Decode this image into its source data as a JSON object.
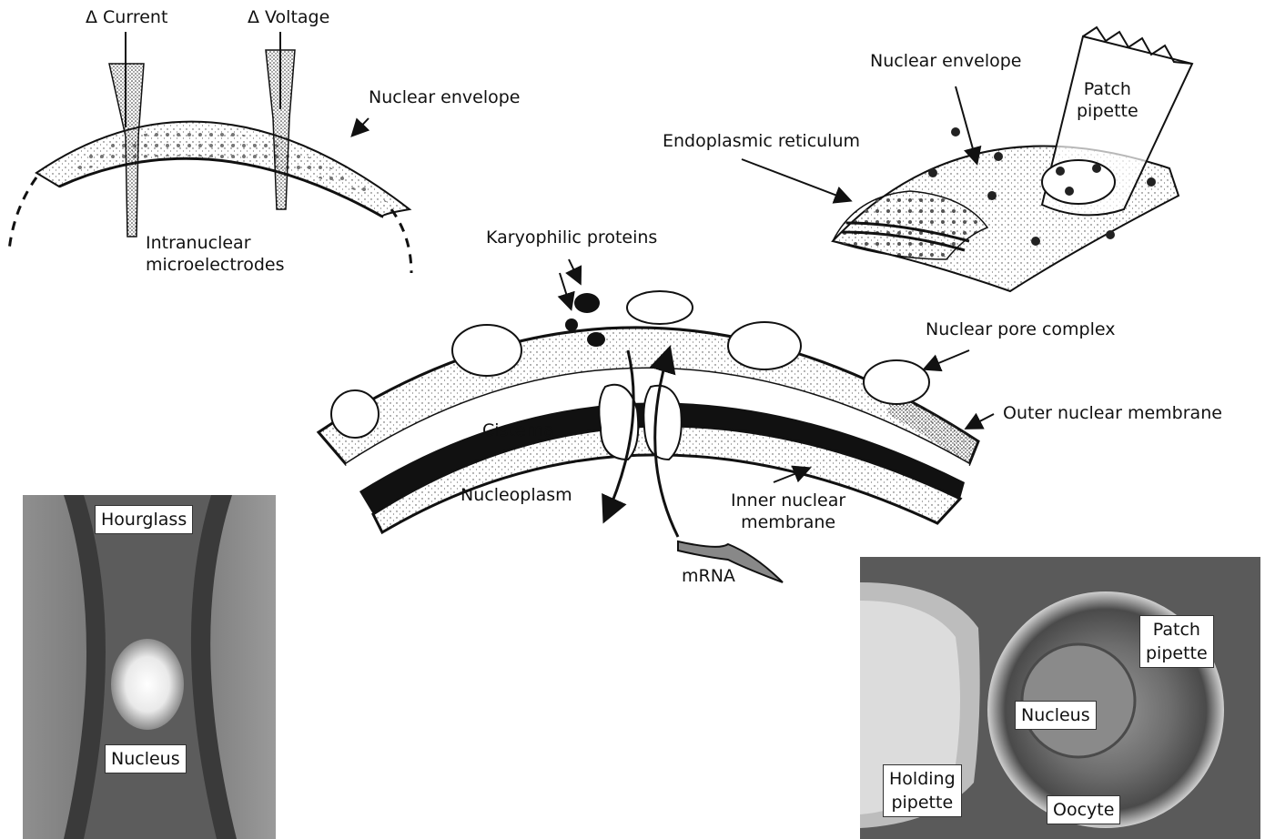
{
  "panels": {
    "microelectrodes": {
      "current_label": "Δ Current",
      "voltage_label": "Δ Voltage",
      "envelope_label": "Nuclear envelope",
      "electrode_label": "Intranuclear\nmicroelectrodes"
    },
    "patch_clamp": {
      "envelope_label": "Nuclear envelope",
      "pipette_label": "Patch\npipette",
      "er_label": "Endoplasmic reticulum"
    },
    "pore_diagram": {
      "proteins_label": "Karyophilic proteins",
      "npc_label": "Nuclear pore complex",
      "outer_label": "Outer nuclear membrane",
      "cisterna_label": "Cisterna",
      "nucleoplasm_label": "Nucleoplasm",
      "inner_label": "Inner nuclear\nmembrane",
      "mrna_label": "mRNA"
    },
    "hourglass_photo": {
      "hourglass_label": "Hourglass",
      "nucleus_label": "Nucleus"
    },
    "oocyte_photo": {
      "patch_label": "Patch\npipette",
      "nucleus_label": "Nucleus",
      "holding_label": "Holding\npipette",
      "oocyte_label": "Oocyte"
    }
  }
}
